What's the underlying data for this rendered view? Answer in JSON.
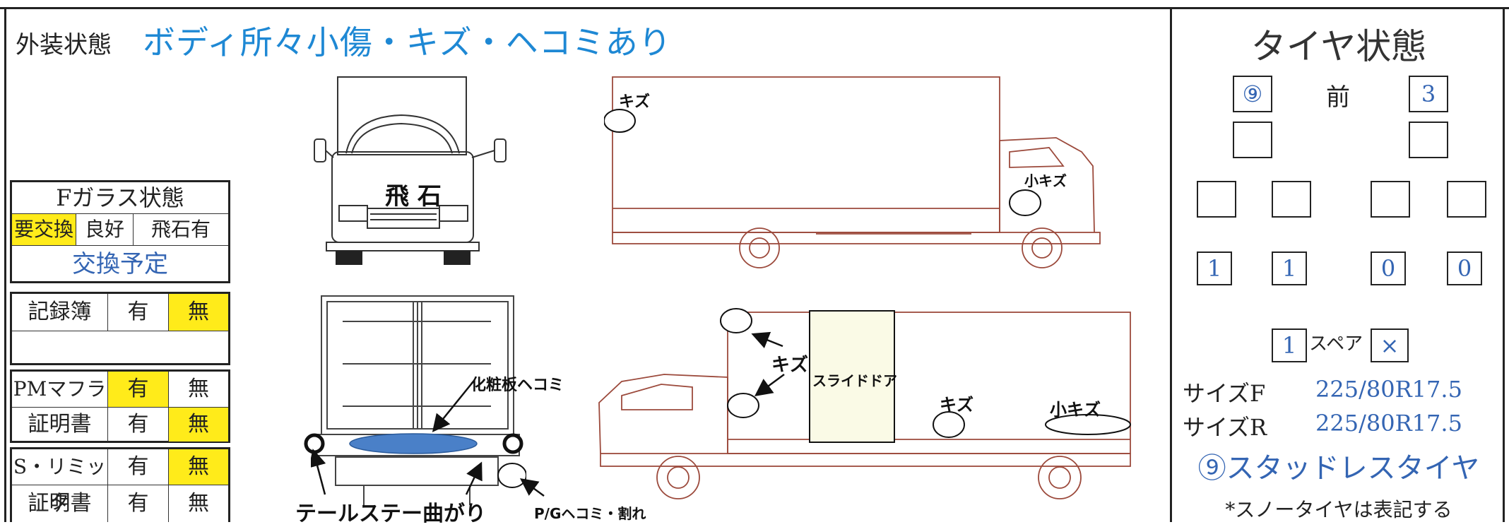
{
  "exterior": {
    "label": "外装状態",
    "value": "ボディ所々小傷・キズ・ヘコミあり"
  },
  "fglass": {
    "title": "Fガラス状態",
    "options": [
      "要交換",
      "良好",
      "飛石有"
    ],
    "note": "交換予定"
  },
  "record_book": {
    "label": "記録簿",
    "yes": "有",
    "no": "無",
    "selected": "無"
  },
  "pm_muffler": {
    "label": "PMマフラ",
    "yes": "有",
    "no": "無",
    "selected": "有",
    "cert_label": "証明書",
    "cert_selected": "無"
  },
  "s_limiter": {
    "label": "S・リミッタ",
    "yes": "有",
    "no": "無",
    "selected": "無",
    "cert_label": "証明書",
    "cert_selected": "none"
  },
  "diagram": {
    "front_windshield": "飛 石",
    "rear_notes": {
      "cosmetic": "化粧板ヘコミ",
      "tail": "テールステー曲がり",
      "pg": "P/Gヘコミ・割れ"
    },
    "side_top": {
      "kizu": "キズ",
      "small_kizu": "小キズ"
    },
    "side_bottom": {
      "kizu_left": "キズ",
      "slide_door": "スライドドア",
      "kizu_mid": "キズ",
      "small_kizu": "小キズ"
    }
  },
  "tires": {
    "title": "タイヤ状態",
    "front_label": "前",
    "front_left_top": "⑨",
    "front_right_top": "3",
    "front_left_second": "",
    "front_right_second": "",
    "rear_row1": [
      "",
      "",
      "",
      ""
    ],
    "rear_row2": [
      "1",
      "1",
      "0",
      "0"
    ],
    "spare_value": "1",
    "spare_label": "スペア",
    "spare_mark": "×",
    "size_f_label": "サイズF",
    "size_f": "225/80R17.5",
    "size_r_label": "サイズR",
    "size_r": "225/80R17.5",
    "studless": "⑨スタッドレスタイヤ",
    "note": "*スノータイヤは表記する"
  },
  "colors": {
    "highlight": "#ffeb1a",
    "handwriting_blue": "#3465b3",
    "title_cyan": "#1e88d4",
    "truck_line": "#9c4a3c",
    "rear_plate": "#4a80c8"
  }
}
